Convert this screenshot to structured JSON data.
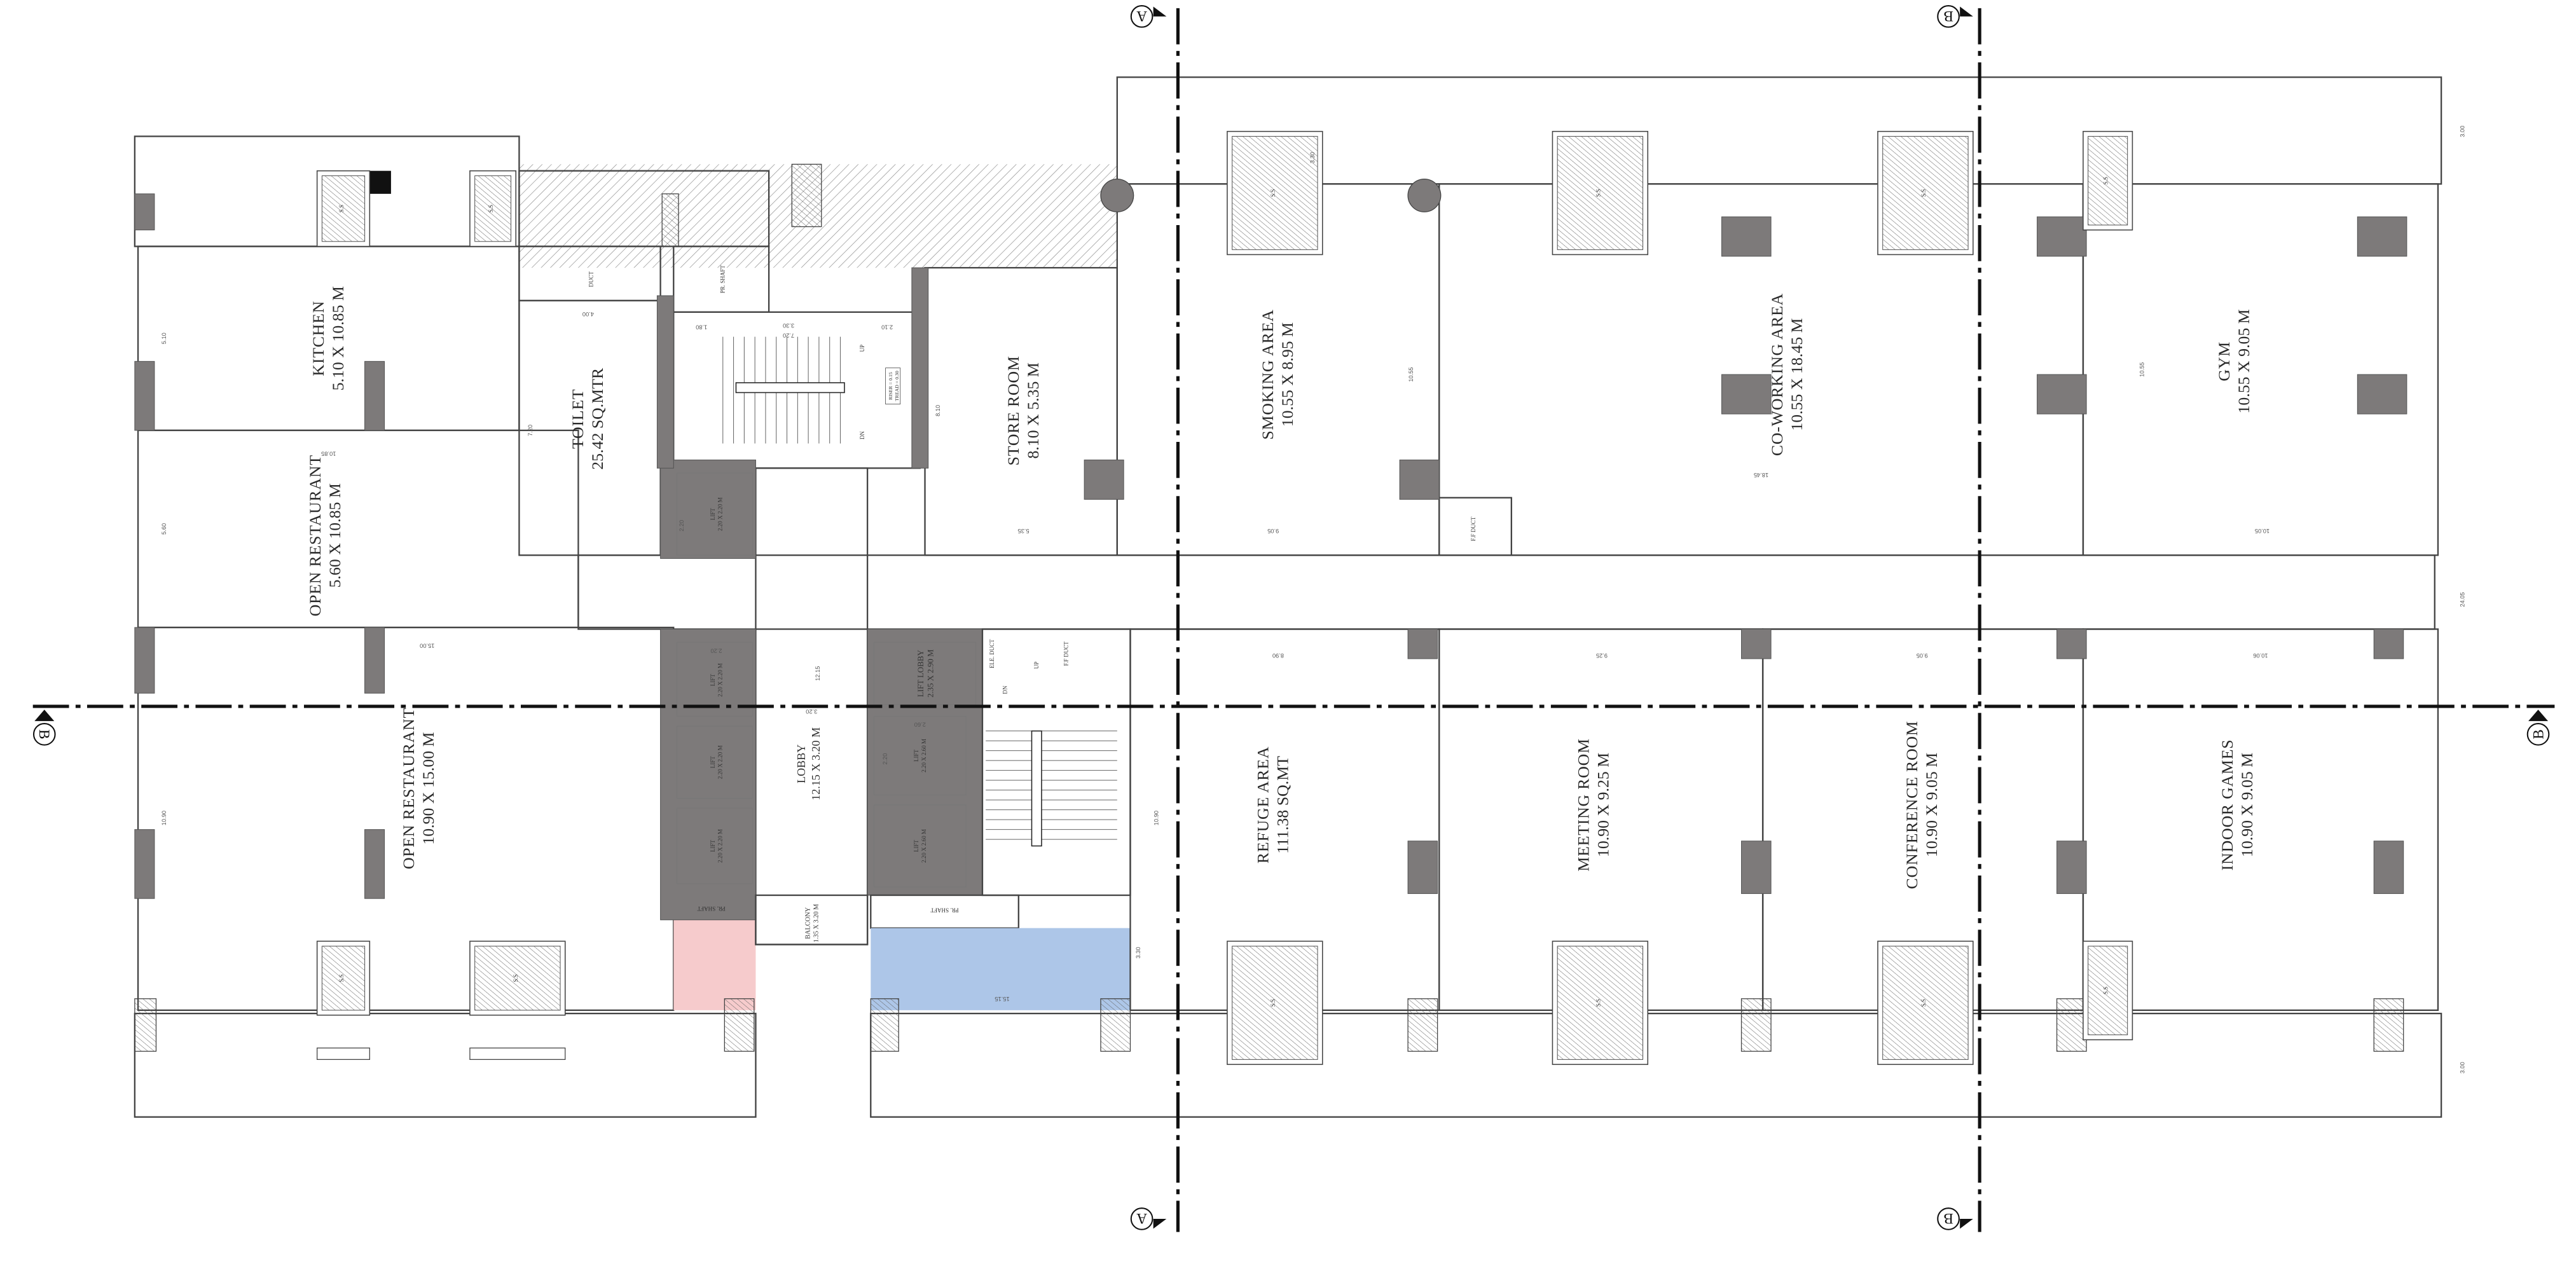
{
  "colors": {
    "restaurant": "#f6cbcc",
    "toilet": "#d9d9ee",
    "store_smoking": "#f9e0bd",
    "coworking": "#fdf6e2",
    "gym_games": "#cadff5",
    "refuge": "#adc6e8",
    "meeting_conference": "#f8cfb8",
    "column": "#7d7a7a"
  },
  "rooms": {
    "kitchen": {
      "title": "KITCHEN",
      "dims": "5.10 X 10.85 M"
    },
    "toilet": {
      "title": "TOILET",
      "dims": "25.42 SQ.MTR"
    },
    "open_restaurant_1": {
      "title": "OPEN RESTAURANT",
      "dims": "5.60 X 10.85 M"
    },
    "open_restaurant_2": {
      "title": "OPEN RESTAURANT",
      "dims": "10.90 X 15.00 M"
    },
    "store_room": {
      "title": "STORE ROOM",
      "dims": "8.10 X 5.35 M"
    },
    "smoking_area": {
      "title": "SMOKING AREA",
      "dims": "10.55 X 8.95 M"
    },
    "coworking_area": {
      "title": "CO-WORKING AREA",
      "dims": "10.55 X 18.45 M"
    },
    "gym": {
      "title": "GYM",
      "dims": "10.55 X 9.05 M"
    },
    "lobby": {
      "title": "LOBBY",
      "dims": "12.15 X 3.20 M"
    },
    "lift_lobby": {
      "title": "LIFT LOBBY",
      "dims": "2.35 X 2.90 M"
    },
    "balcony": {
      "title": "BALCONY",
      "dims": "1.35 X 3.20 M"
    },
    "refuge_area": {
      "title": "REFUGE AREA",
      "dims": "111.38 SQ.MT"
    },
    "meeting_room": {
      "title": "MEETING ROOM",
      "dims": "10.90 X 9.25 M"
    },
    "conference_room": {
      "title": "CONFERENCE ROOM",
      "dims": "10.90 X 9.05 M"
    },
    "indoor_games": {
      "title": "INDOOR GAMES",
      "dims": "10.90 X 9.05 M"
    }
  },
  "lifts": {
    "title": "LIFT",
    "small_dims": "2.20 X 2.20 M",
    "large_dims": "2.20 X 2.60 M"
  },
  "services": {
    "duct": "DUCT",
    "pr_shaft": "PR. SHAFT",
    "ff_duct": "F.F DUCT",
    "ele_duct": "ELE. DUCT",
    "ss": "S.S"
  },
  "stairs": {
    "up": "UP",
    "dn": "DN",
    "riser": "RISER = 0.15",
    "tread": "TREAD = 0.30"
  },
  "dimensions": {
    "kitchen_h": "5.10",
    "restaurant_w": "10.85",
    "restaurant1_h": "5.60",
    "toilet_w": "4.00",
    "toilet_h": "7.20",
    "restaurant2_h": "10.90",
    "restaurant2_w": "15.00",
    "store_h": "8.10",
    "store_w": "5.35",
    "smoking_h": "10.55",
    "smoking_w": "9.05",
    "cowork_w": "18.45",
    "gym_h": "10.55",
    "gym_w": "10.05",
    "refuge_h": "10.90",
    "refuge_w": "8.90",
    "meeting_w": "9.25",
    "conference_w": "9.05",
    "games_w": "10.06",
    "lobby_len": "12.15",
    "lobby_w": "3.20",
    "lift_s": "2.20",
    "lift_l": "2.60",
    "stair_top_w": "7.20",
    "stair_a": "1.80",
    "stair_b": "3.30",
    "stair_c": "2.10",
    "balcony_top": "3.00",
    "overall": "24.05",
    "balcony_bot": "3.00",
    "refuge_bot": "15.15",
    "ss": "3.30"
  },
  "section_markers": {
    "a": "A",
    "b": "B"
  }
}
